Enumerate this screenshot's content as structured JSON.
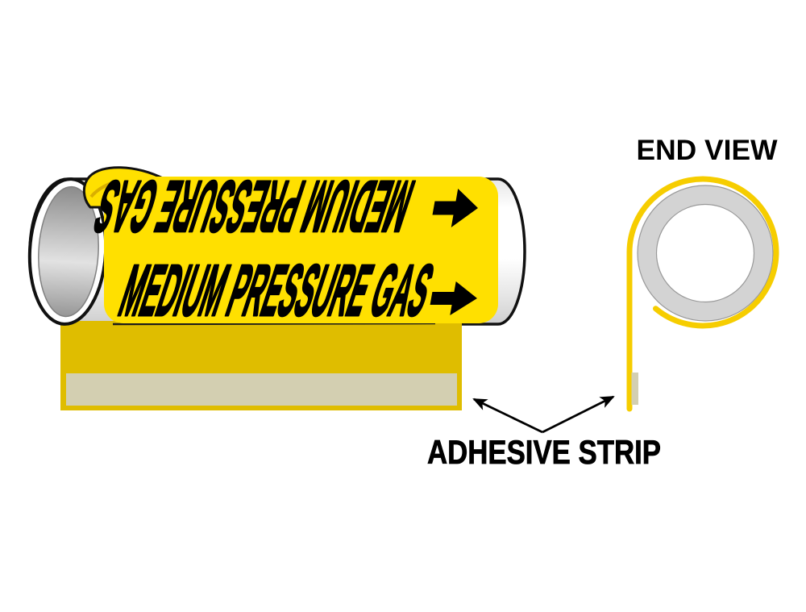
{
  "diagram": {
    "marker_text": "MEDIUM PRESSURE GAS",
    "end_view": {
      "title": "END VIEW"
    },
    "annotation": {
      "label": "ADHESIVE STRIP"
    },
    "colors": {
      "label_yellow": "#FFE000",
      "unwrapped_strip_gold": "#DFBD00",
      "adhesive_tan": "#D3CFB1",
      "coil_yellow": "#F6CD00",
      "pipe_ring_gray": "#D3D3D3",
      "ink": "#000000"
    }
  }
}
